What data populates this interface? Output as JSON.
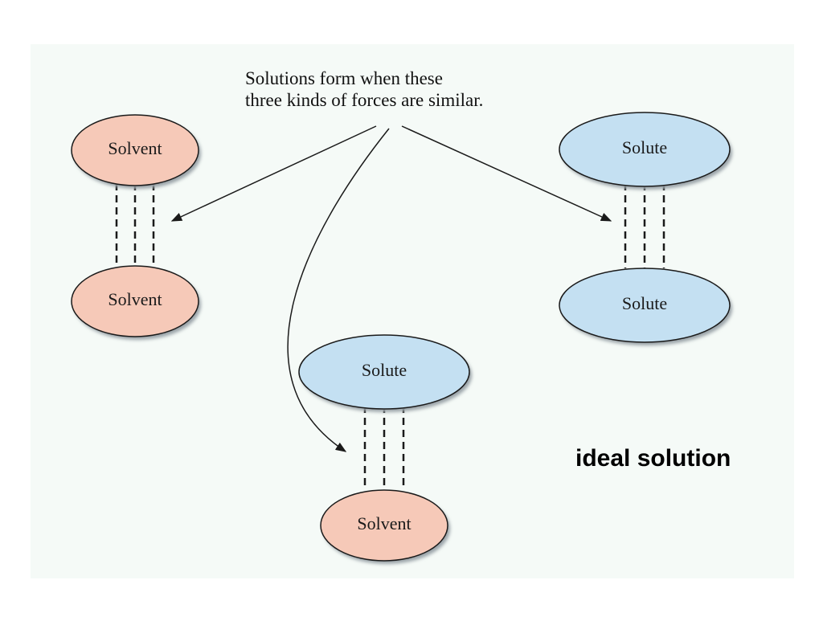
{
  "caption": {
    "line1": "Solutions form when these",
    "line2": "three kinds of forces are similar."
  },
  "tag": "ideal solution",
  "colors": {
    "panel": "#f5faf7",
    "solvent_fill": "#f6c9b8",
    "solute_fill": "#c4e0f2",
    "shadow": "#9aa3a8",
    "line": "#1a1a1a"
  },
  "pairs": [
    {
      "top": "Solvent",
      "bottom": "Solvent"
    },
    {
      "top": "Solute",
      "bottom": "Solute"
    },
    {
      "top": "Solute",
      "bottom": "Solvent"
    }
  ]
}
